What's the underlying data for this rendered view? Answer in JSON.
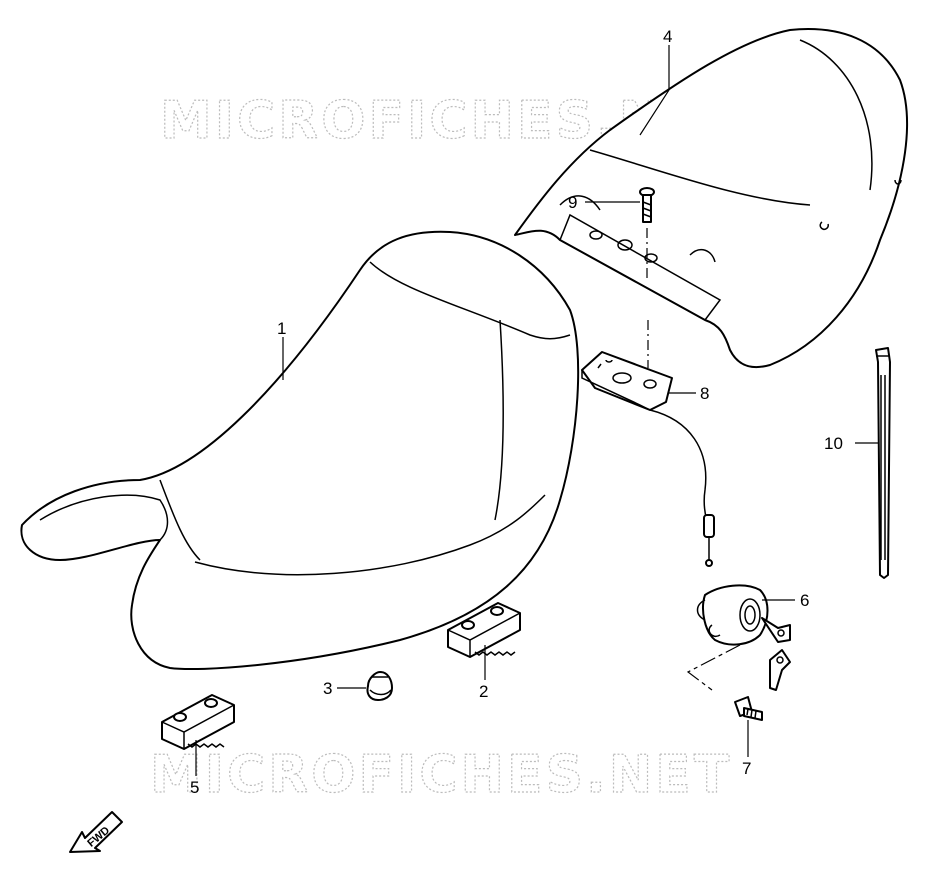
{
  "watermark": "MICROFICHES.NET",
  "fwd_label": "FWD",
  "callouts": {
    "p1": "1",
    "p2": "2",
    "p3": "3",
    "p4": "4",
    "p5": "5",
    "p6": "6",
    "p7": "7",
    "p8": "8",
    "p9": "9",
    "p10": "10"
  }
}
